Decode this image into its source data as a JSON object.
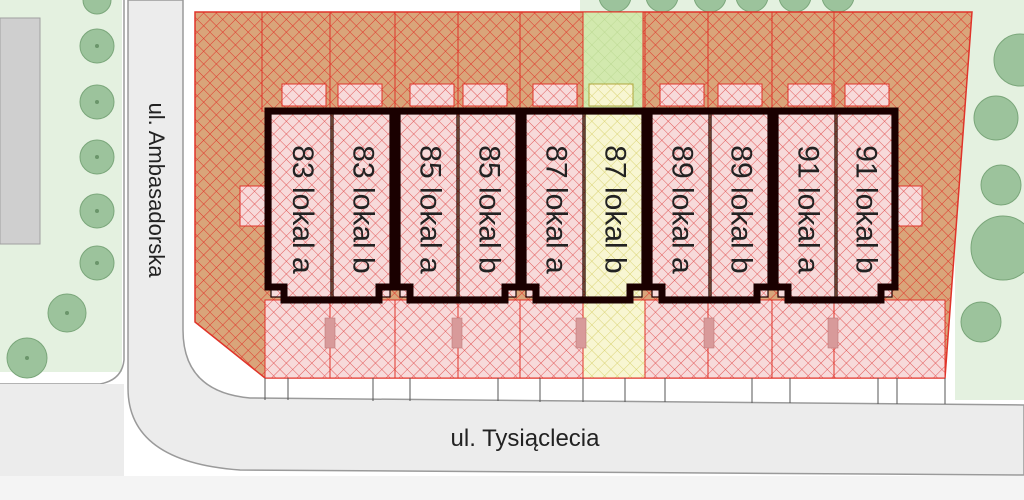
{
  "streets": {
    "vertical": "ul.  Ambasadorska",
    "horizontal": "ul.  Tysiąclecia"
  },
  "units": [
    {
      "label": "83 lokal a",
      "selected": false
    },
    {
      "label": "83 lokal b",
      "selected": false
    },
    {
      "label": "85 lokal a",
      "selected": false
    },
    {
      "label": "85 lokal b",
      "selected": false
    },
    {
      "label": "87 lokal a",
      "selected": false
    },
    {
      "label": "87 lokal b",
      "selected": true
    },
    {
      "label": "89 lokal a",
      "selected": false
    },
    {
      "label": "89 lokal b",
      "selected": false
    },
    {
      "label": "91 lokal a",
      "selected": false
    },
    {
      "label": "91 lokal b",
      "selected": false
    }
  ],
  "colors": {
    "plot_hatch": "#e0342a",
    "plot_fill": "#c9a070",
    "unit_fill": "#f6dcdc",
    "selected_fill": "#f7f3c8",
    "selected_garden": "#cfe6a6",
    "building_outline": "#1a0000",
    "road": "#ededed",
    "road_edge": "#9a9a9a",
    "lawn": "#e4f1e0",
    "tree": "#9cc39c"
  }
}
